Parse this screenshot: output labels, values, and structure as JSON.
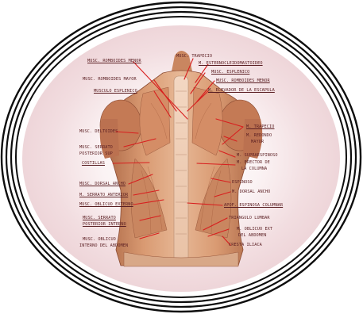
{
  "colors": {
    "ring": "#0d0d0d",
    "pointer": "#d81e1e",
    "label": "#5a1e22",
    "muscle": "#c98660",
    "background_glow": "#f2dde0"
  },
  "labels": {
    "l01": "MUSC. ROMBOIDES MENOR",
    "l02": "MUSC. TRAPECIO",
    "l03": "M. ESTERNOCLEIDOMASTOIDEO",
    "l04": "MUSC. ESPLENICO",
    "l05": "MUSC. ROMBOIDES MAYOR",
    "l06": "MUSC. ROMBOIDES MENOR",
    "l07": "MUSCULO ESPLENICO",
    "l08": "M. ELEVADOR DE LA ESCAPULA",
    "l09": "M. TRAPECIO",
    "l10": "M. REDONDO",
    "l11": "MAYOR",
    "l12": "MUSC. DELTOIDES",
    "l13": "MUSC. SERRATO",
    "l14": "POSTERIOR SUP",
    "l15": "M. SUPRAESPINOSO",
    "l16": "M. ERECTOR DE",
    "l17": "LA COLUMNA",
    "l18": "COSTILLAS",
    "l19": "MUSC. DORSAL ANCHO",
    "l20": "ESPINOSO",
    "l21": "M. SERRATO ANTERIOR",
    "l22": "M. DORSAL ANCHO",
    "l23": "MUSC. OBLICUO EXTERNO",
    "l24": "APOF. ESPINOSA COLUMNAR",
    "l25": "MUSC. SERRATO",
    "l26": "POSTERIOR INTERNO",
    "l27": "TRIANGULO LUMBAR",
    "l28": "M. OBLICUO EXT",
    "l29": "DEL ABDOMEN",
    "l30": "MUSC. OBLICUO",
    "l31": "INTERNO DEL ABDOMEN",
    "l32": "CRESTA ILIACA"
  }
}
